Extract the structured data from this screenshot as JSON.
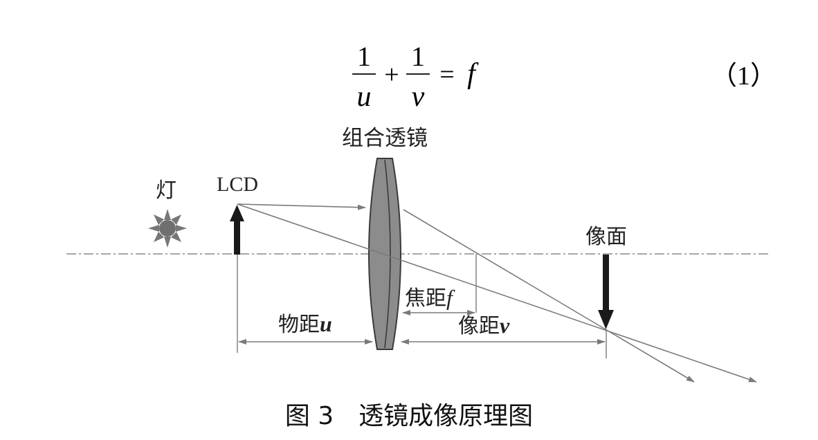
{
  "formula": {
    "num1": "1",
    "den1": "u",
    "plus": "+",
    "num2": "1",
    "den2": "v",
    "equals": "=",
    "rhs": "f",
    "eq_number": "（1）"
  },
  "labels": {
    "lens": "组合透镜",
    "lamp": "灯",
    "lcd": "LCD",
    "image_plane": "像面",
    "focal_prefix": "焦距",
    "focal_symbol": "f",
    "object_prefix": "物距",
    "object_symbol": "u",
    "image_prefix": "像距",
    "image_symbol": "v"
  },
  "caption": "图 3　透镜成像原理图",
  "colors": {
    "ray": "#7a7a7a",
    "axis": "#8a8a8a",
    "lens_fill": "#8c8c8c",
    "arrow": "#1a1a1a",
    "lamp": "#777777"
  }
}
